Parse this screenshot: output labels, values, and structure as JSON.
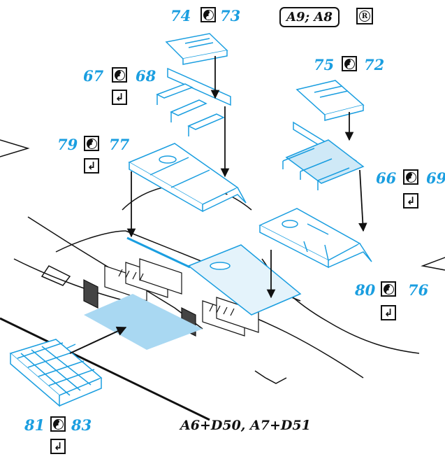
{
  "callouts": [
    {
      "left": "74",
      "right": "73"
    },
    {
      "left": "67",
      "right": "68"
    },
    {
      "left": "79",
      "right": "77"
    },
    {
      "left": "75",
      "right": "72"
    },
    {
      "left": "66",
      "right": "69"
    },
    {
      "left": "80",
      "right": "76"
    },
    {
      "left": "81",
      "right": "83"
    }
  ],
  "variant_tag": "A9; A8",
  "rmark_letter": "R",
  "caption": "A6+D50, A7+D51",
  "icons": {
    "sym": "yin-yang-icon",
    "bend": "bend-arrow-icon",
    "bend_glyph": "↲"
  },
  "colors": {
    "accent": "#1a9ee0",
    "part_fill": "#d6eef9",
    "line": "#111111"
  }
}
